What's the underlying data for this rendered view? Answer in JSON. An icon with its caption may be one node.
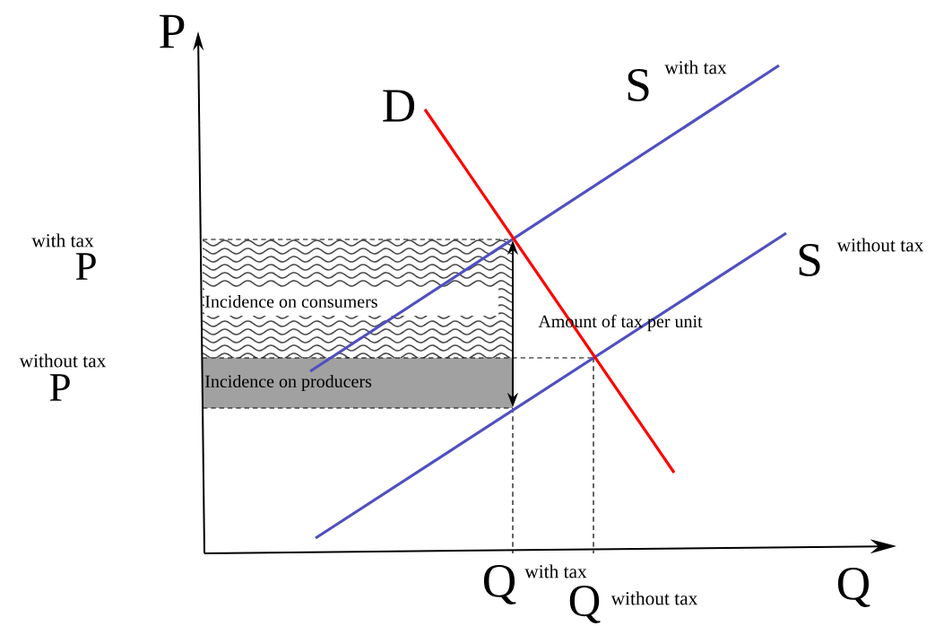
{
  "diagram": {
    "labels": [
      "P",
      "with tax",
      "S",
      "D",
      "with tax",
      "S",
      "without tax",
      "P",
      "Incidence on consumers",
      "Amount of tax per unit",
      "without tax",
      "Incidence on producers",
      "P",
      "with tax",
      "Q",
      "without tax",
      "Q",
      "Q"
    ]
  }
}
